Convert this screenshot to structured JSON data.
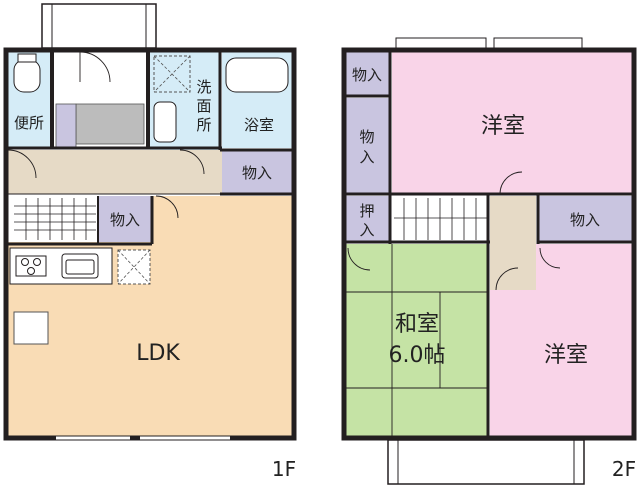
{
  "floor1": {
    "label": "1F",
    "rooms": {
      "toilet": "便所",
      "washroom_1": "洗",
      "washroom_2": "面",
      "washroom_3": "所",
      "bath": "浴室",
      "storage_hall": "物入",
      "storage_stair": "物入",
      "ldk": "LDK"
    }
  },
  "floor2": {
    "label": "2F",
    "rooms": {
      "storage_top": "物入",
      "storage_mid_1": "物",
      "storage_mid_2": "入",
      "closet_1": "押",
      "closet_2": "入",
      "western_top": "洋室",
      "storage_right": "物入",
      "japanese_1": "和室",
      "japanese_2": "6.0帖",
      "western_bottom": "洋室"
    }
  },
  "colors": {
    "ldk": "#f9dcb5",
    "western": "#f9d4e8",
    "japanese": "#c5e3a5",
    "storage": "#c9c5e0",
    "wet": "#d5ecf7",
    "hall": "#e6dac6",
    "wall": "#231f20"
  }
}
